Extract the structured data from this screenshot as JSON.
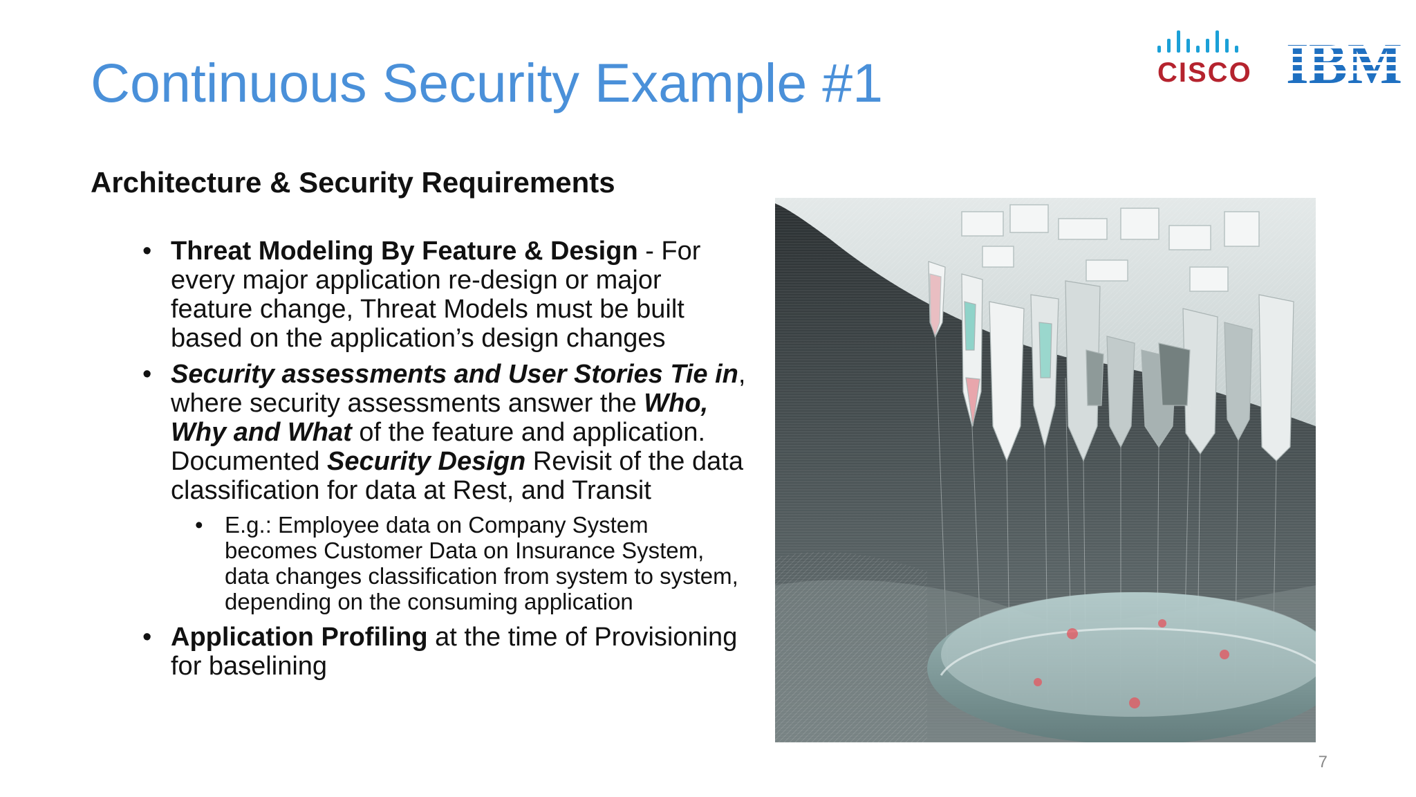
{
  "slide": {
    "title": "Continuous Security Example #1",
    "subtitle": "Architecture & Security Requirements",
    "page_number": "7"
  },
  "logos": {
    "cisco_text": "CISCO",
    "ibm_text": "IBM",
    "cisco_color": "#1ba0d7",
    "ibm_color": "#1f70c1"
  },
  "bullets": {
    "b1": {
      "bold": "Threat Modeling By Feature & Design",
      "text": " - For every major application re-design or major feature change, Threat Models must be built based on the application’s design changes"
    },
    "b2": {
      "bi1": "Security assessments and User Stories Tie in",
      "t1": ", where security assessments answer the ",
      "bi2": "Who, Why and What",
      "t2": " of the feature and application. Documented ",
      "bi3": "Security Design",
      "t3": " Revisit of the data classification for data at Rest, and Transit",
      "sub": "E.g.: Employee data on Company System becomes Customer Data on Insurance System, data changes classification from system to system, depending on the consuming application"
    },
    "b3": {
      "bold": "Application Profiling",
      "text": " at the time of Provisioning for baselining"
    },
    "marker": "•"
  },
  "colors": {
    "title": "#4a90d9",
    "text": "#111111"
  }
}
